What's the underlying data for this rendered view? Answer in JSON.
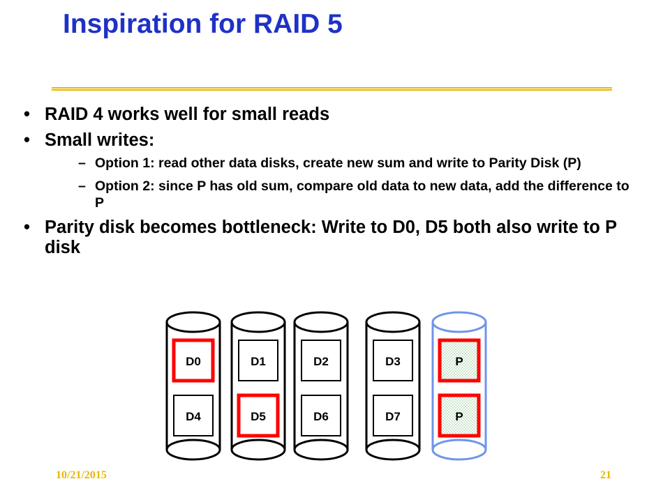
{
  "slide": {
    "title": "Inspiration for RAID 5",
    "bullets": [
      "RAID 4 works well for small reads",
      "Small writes:",
      "Parity disk becomes bottleneck: Write to D0, D5 both also write to P disk"
    ],
    "sub_bullets": [
      "Option 1: read other data disks, create new sum and write to Parity Disk (P)",
      "Option 2: since P has old sum, compare old data to new data, add the difference to P"
    ],
    "bullet_glyph": "•",
    "dash_glyph": "–",
    "footer": {
      "date": "10/21/2015",
      "page": "21"
    }
  },
  "disks": [
    {
      "blocks": [
        "D0",
        "D4"
      ],
      "highlighted": [
        true,
        false
      ],
      "parity": false
    },
    {
      "blocks": [
        "D1",
        "D5"
      ],
      "highlighted": [
        false,
        true
      ],
      "parity": false
    },
    {
      "blocks": [
        "D2",
        "D6"
      ],
      "highlighted": [
        false,
        false
      ],
      "parity": false
    },
    {
      "blocks": [
        "D3",
        "D7"
      ],
      "highlighted": [
        false,
        false
      ],
      "parity": false
    },
    {
      "blocks": [
        "P",
        "P"
      ],
      "highlighted": [
        true,
        true
      ],
      "parity": true
    }
  ],
  "colors": {
    "title": "#1f31c7",
    "rule": "#e8b800",
    "highlight": "#ff0000",
    "parity_outline": "#6f94e8",
    "parity_fill": "#e6f2e6"
  }
}
